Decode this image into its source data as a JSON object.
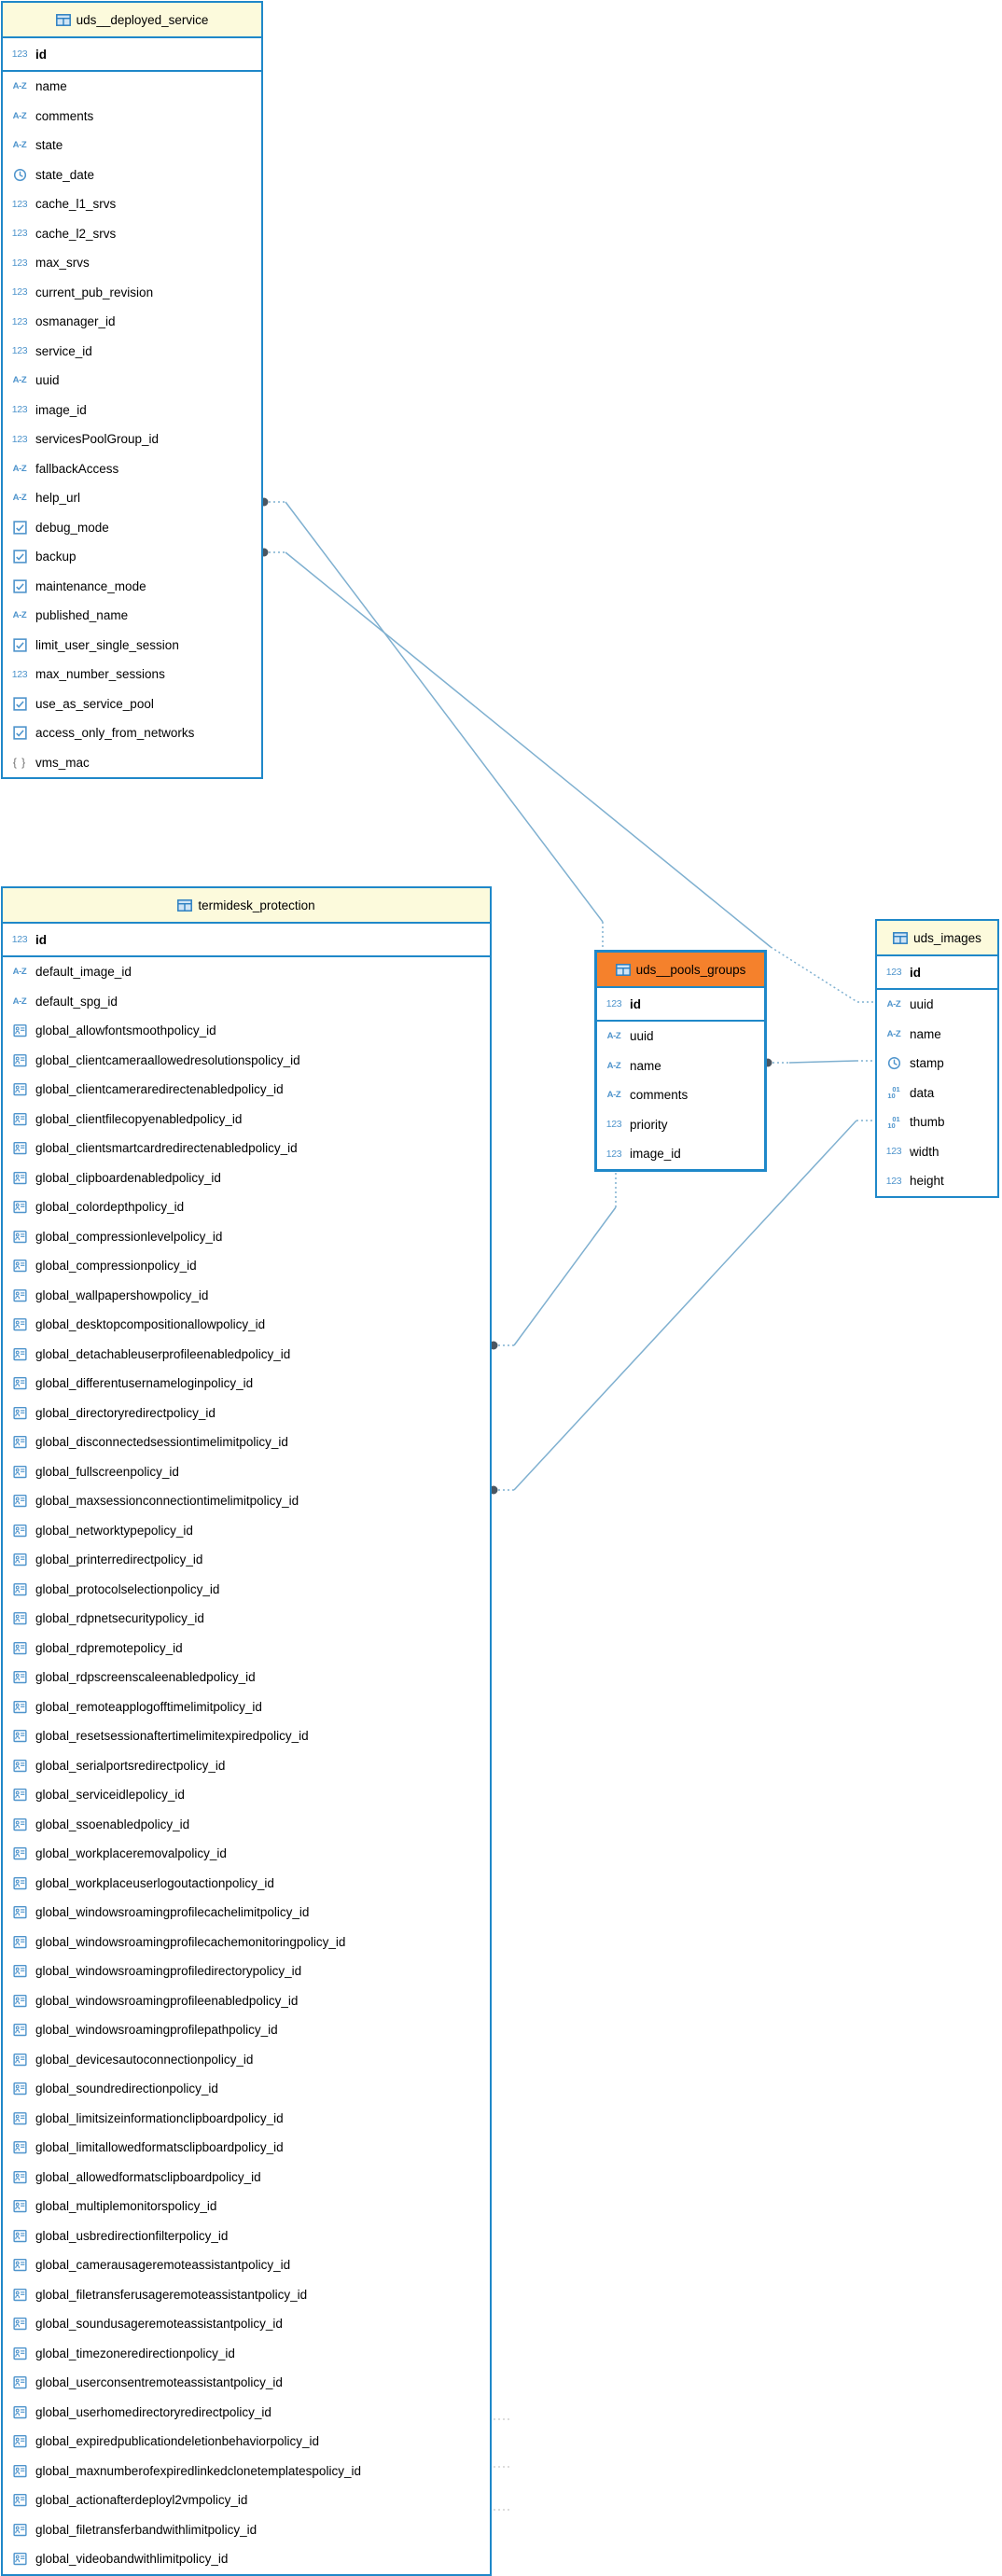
{
  "diagram": {
    "tool": "database-erd-view",
    "colors": {
      "table_border": "#1f88c9",
      "header_fill": "#fcfadc",
      "header_fill_selected": "#f5812c",
      "row_text": "#000000",
      "type_icon_blue": "#4e94cc",
      "json_icon_gray": "#707070",
      "relation_line": "#7fb0d0",
      "relation_endpoint_dot": "#4a5560",
      "faint_stub": "#d0d0d0",
      "canvas_background": "#ffffff"
    },
    "tables": [
      {
        "name": "uds__deployed_service",
        "selected": false,
        "header_icon": "table-grid-icon",
        "primary_key": {
          "type": "number",
          "name": "id"
        },
        "columns": [
          {
            "type": "text",
            "name": "name"
          },
          {
            "type": "text",
            "name": "comments"
          },
          {
            "type": "text",
            "name": "state"
          },
          {
            "type": "datetime",
            "name": "state_date"
          },
          {
            "type": "number",
            "name": "cache_l1_srvs"
          },
          {
            "type": "number",
            "name": "cache_l2_srvs"
          },
          {
            "type": "number",
            "name": "max_srvs"
          },
          {
            "type": "number",
            "name": "current_pub_revision"
          },
          {
            "type": "number",
            "name": "osmanager_id"
          },
          {
            "type": "number",
            "name": "service_id"
          },
          {
            "type": "text",
            "name": "uuid"
          },
          {
            "type": "number",
            "name": "image_id"
          },
          {
            "type": "number",
            "name": "servicesPoolGroup_id"
          },
          {
            "type": "text",
            "name": "fallbackAccess"
          },
          {
            "type": "text",
            "name": "help_url"
          },
          {
            "type": "boolean",
            "name": "debug_mode"
          },
          {
            "type": "boolean",
            "name": "backup"
          },
          {
            "type": "boolean",
            "name": "maintenance_mode"
          },
          {
            "type": "text",
            "name": "published_name"
          },
          {
            "type": "boolean",
            "name": "limit_user_single_session"
          },
          {
            "type": "number",
            "name": "max_number_sessions"
          },
          {
            "type": "boolean",
            "name": "use_as_service_pool"
          },
          {
            "type": "boolean",
            "name": "access_only_from_networks"
          },
          {
            "type": "json",
            "name": "vms_mac"
          }
        ]
      },
      {
        "name": "termidesk_protection",
        "selected": false,
        "header_icon": "table-grid-icon",
        "primary_key": {
          "type": "number",
          "name": "id"
        },
        "columns": [
          {
            "type": "text",
            "name": "default_image_id"
          },
          {
            "type": "text",
            "name": "default_spg_id"
          },
          {
            "type": "reference",
            "name": "global_allowfontsmoothpolicy_id"
          },
          {
            "type": "reference",
            "name": "global_clientcameraallowedresolutionspolicy_id"
          },
          {
            "type": "reference",
            "name": "global_clientcameraredirectenabledpolicy_id"
          },
          {
            "type": "reference",
            "name": "global_clientfilecopyenabledpolicy_id"
          },
          {
            "type": "reference",
            "name": "global_clientsmartcardredirectenabledpolicy_id"
          },
          {
            "type": "reference",
            "name": "global_clipboardenabledpolicy_id"
          },
          {
            "type": "reference",
            "name": "global_colordepthpolicy_id"
          },
          {
            "type": "reference",
            "name": "global_compressionlevelpolicy_id"
          },
          {
            "type": "reference",
            "name": "global_compressionpolicy_id"
          },
          {
            "type": "reference",
            "name": "global_wallpapershowpolicy_id"
          },
          {
            "type": "reference",
            "name": "global_desktopcompositionallowpolicy_id"
          },
          {
            "type": "reference",
            "name": "global_detachableuserprofileenabledpolicy_id"
          },
          {
            "type": "reference",
            "name": "global_differentusernameloginpolicy_id"
          },
          {
            "type": "reference",
            "name": "global_directoryredirectpolicy_id"
          },
          {
            "type": "reference",
            "name": "global_disconnectedsessiontimelimitpolicy_id"
          },
          {
            "type": "reference",
            "name": "global_fullscreenpolicy_id"
          },
          {
            "type": "reference",
            "name": "global_maxsessionconnectiontimelimitpolicy_id"
          },
          {
            "type": "reference",
            "name": "global_networktypepolicy_id"
          },
          {
            "type": "reference",
            "name": "global_printerredirectpolicy_id"
          },
          {
            "type": "reference",
            "name": "global_protocolselectionpolicy_id"
          },
          {
            "type": "reference",
            "name": "global_rdpnetsecuritypolicy_id"
          },
          {
            "type": "reference",
            "name": "global_rdpremotepolicy_id"
          },
          {
            "type": "reference",
            "name": "global_rdpscreenscaleenabledpolicy_id"
          },
          {
            "type": "reference",
            "name": "global_remoteapplogofftimelimitpolicy_id"
          },
          {
            "type": "reference",
            "name": "global_resetsessionaftertimelimitexpiredpolicy_id"
          },
          {
            "type": "reference",
            "name": "global_serialportsredirectpolicy_id"
          },
          {
            "type": "reference",
            "name": "global_serviceidlepolicy_id"
          },
          {
            "type": "reference",
            "name": "global_ssoenabledpolicy_id"
          },
          {
            "type": "reference",
            "name": "global_workplaceremovalpolicy_id"
          },
          {
            "type": "reference",
            "name": "global_workplaceuserlogoutactionpolicy_id"
          },
          {
            "type": "reference",
            "name": "global_windowsroamingprofilecachelimitpolicy_id"
          },
          {
            "type": "reference",
            "name": "global_windowsroamingprofilecachemonitoringpolicy_id"
          },
          {
            "type": "reference",
            "name": "global_windowsroamingprofiledirectorypolicy_id"
          },
          {
            "type": "reference",
            "name": "global_windowsroamingprofileenabledpolicy_id"
          },
          {
            "type": "reference",
            "name": "global_windowsroamingprofilepathpolicy_id"
          },
          {
            "type": "reference",
            "name": "global_devicesautoconnectionpolicy_id"
          },
          {
            "type": "reference",
            "name": "global_soundredirectionpolicy_id"
          },
          {
            "type": "reference",
            "name": "global_limitsizeinformationclipboardpolicy_id"
          },
          {
            "type": "reference",
            "name": "global_limitallowedformatsclipboardpolicy_id"
          },
          {
            "type": "reference",
            "name": "global_allowedformatsclipboardpolicy_id"
          },
          {
            "type": "reference",
            "name": "global_multiplemonitorspolicy_id"
          },
          {
            "type": "reference",
            "name": "global_usbredirectionfilterpolicy_id"
          },
          {
            "type": "reference",
            "name": "global_camerausageremoteassistantpolicy_id"
          },
          {
            "type": "reference",
            "name": "global_filetransferusageremoteassistantpolicy_id"
          },
          {
            "type": "reference",
            "name": "global_soundusageremoteassistantpolicy_id"
          },
          {
            "type": "reference",
            "name": "global_timezoneredirectionpolicy_id"
          },
          {
            "type": "reference",
            "name": "global_userconsentremoteassistantpolicy_id"
          },
          {
            "type": "reference",
            "name": "global_userhomedirectoryredirectpolicy_id"
          },
          {
            "type": "reference",
            "name": "global_expiredpublicationdeletionbehaviorpolicy_id"
          },
          {
            "type": "reference",
            "name": "global_maxnumberofexpiredlinkedclonetemplatespolicy_id"
          },
          {
            "type": "reference",
            "name": "global_actionafterdeployl2vmpolicy_id"
          },
          {
            "type": "reference",
            "name": "global_filetransferbandwithlimitpolicy_id"
          },
          {
            "type": "reference",
            "name": "global_videobandwithlimitpolicy_id"
          }
        ]
      },
      {
        "name": "uds__pools_groups",
        "selected": true,
        "header_icon": "table-grid-icon",
        "primary_key": {
          "type": "number",
          "name": "id"
        },
        "columns": [
          {
            "type": "text",
            "name": "uuid"
          },
          {
            "type": "text",
            "name": "name"
          },
          {
            "type": "text",
            "name": "comments"
          },
          {
            "type": "number",
            "name": "priority"
          },
          {
            "type": "number",
            "name": "image_id"
          }
        ]
      },
      {
        "name": "uds_images",
        "selected": false,
        "header_icon": "table-grid-icon",
        "primary_key": {
          "type": "number",
          "name": "id"
        },
        "columns": [
          {
            "type": "text",
            "name": "uuid"
          },
          {
            "type": "text",
            "name": "name"
          },
          {
            "type": "datetime",
            "name": "stamp"
          },
          {
            "type": "binary",
            "name": "data"
          },
          {
            "type": "binary",
            "name": "thumb"
          },
          {
            "type": "number",
            "name": "width"
          },
          {
            "type": "number",
            "name": "height"
          }
        ]
      }
    ],
    "relations": [
      {
        "from_table": "uds__deployed_service",
        "to_table": "uds__pools_groups"
      },
      {
        "from_table": "uds__deployed_service",
        "to_table": "uds_images"
      },
      {
        "from_table": "uds__pools_groups",
        "to_table": "uds_images"
      },
      {
        "from_table": "termidesk_protection",
        "to_table": "uds__pools_groups"
      },
      {
        "from_table": "termidesk_protection",
        "to_table": "uds_images"
      }
    ]
  }
}
